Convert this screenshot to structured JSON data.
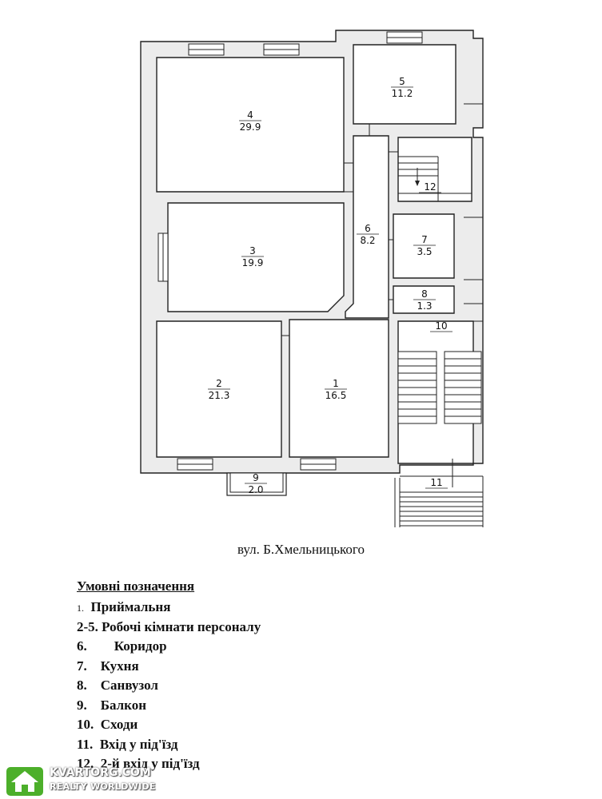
{
  "street": "вул. Б.Хмельницького",
  "rooms": [
    {
      "num": "4",
      "area": "29.9"
    },
    {
      "num": "5",
      "area": "11.2"
    },
    {
      "num": "3",
      "area": "19.9"
    },
    {
      "num": "6",
      "area": "8.2"
    },
    {
      "num": "7",
      "area": "3.5"
    },
    {
      "num": "8",
      "area": "1.3"
    },
    {
      "num": "2",
      "area": "21.3"
    },
    {
      "num": "1",
      "area": "16.5"
    },
    {
      "num": "9",
      "area": "2.0"
    },
    {
      "num": "10",
      "area": ""
    },
    {
      "num": "11",
      "area": ""
    },
    {
      "num": "12",
      "area": ""
    }
  ],
  "legend": {
    "title": "Умовні позначення",
    "items": [
      {
        "num": "1.",
        "gap": "  ",
        "text": "Приймальня"
      },
      {
        "num": "2-5.",
        "gap": " ",
        "text": "Робочі кімнати персоналу"
      },
      {
        "num": "6.",
        "gap": "        ",
        "text": "Коридор"
      },
      {
        "num": "7.",
        "gap": "    ",
        "text": "Кухня"
      },
      {
        "num": "8.",
        "gap": "    ",
        "text": "Санвузол"
      },
      {
        "num": "9.",
        "gap": "    ",
        "text": "Балкон"
      },
      {
        "num": "10.",
        "gap": "  ",
        "text": "Сходи"
      },
      {
        "num": "11.",
        "gap": "  ",
        "text": "Вхід у під'їзд"
      },
      {
        "num": "12.",
        "gap": "  ",
        "text": "2-й вхід у під'їзд"
      }
    ]
  },
  "watermark": {
    "line1": "KVARTORG.COM",
    "line2": "REALTY WORLDWIDE",
    "icon": "house-icon",
    "color": "#4caf2a"
  }
}
